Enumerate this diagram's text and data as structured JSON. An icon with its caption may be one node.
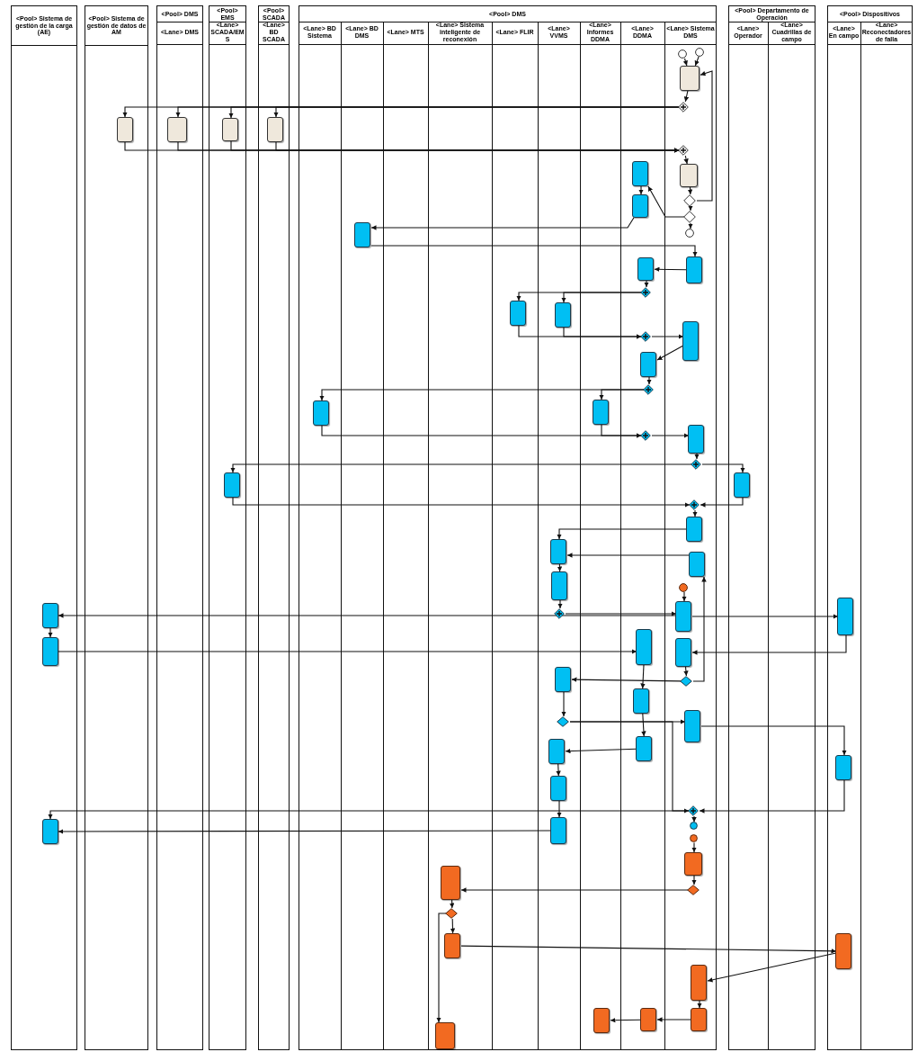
{
  "diagram": {
    "nodes": [
      {
        "text": [
          "<Pool> Sistema de gestión de la carga (AE)"
        ]
      },
      {
        "text": [
          "<Pool> Sistema de gestión de datos de AM"
        ]
      },
      {
        "text": [
          "<Pool> DMS"
        ]
      },
      {
        "text": [
          "<Lane> DMS"
        ],
        "in": 2
      },
      {
        "text": [
          "<Pool> EMS"
        ]
      },
      {
        "text": [
          "<Lane> SCADA/EMS"
        ],
        "in": 4
      },
      {
        "text": [
          "<Pool> SCADA"
        ]
      },
      {
        "text": [
          "<Lane> BD SCADA"
        ],
        "in": 6
      },
      {
        "text": [
          "<Pool> DMS"
        ]
      },
      {
        "text": [
          "<Lane> BD Sistema"
        ],
        "in": 8
      },
      {
        "text": [
          "<Lane> BD DMS"
        ],
        "in": 8
      },
      {
        "text": [
          "<Lane> MTS"
        ],
        "in": 8
      },
      {
        "text": [
          "<Lane> Sistema inteligente de reconexión"
        ],
        "in": 8
      },
      {
        "text": [
          "<Lane> FLIR"
        ],
        "in": 8
      },
      {
        "text": [
          "<Lane> VVMS"
        ],
        "in": 8
      },
      {
        "text": [
          "<Lane> Informes DDMA"
        ],
        "in": 8
      },
      {
        "text": [
          "<Lane> DDMA"
        ],
        "in": 8
      },
      {
        "text": [
          "<Lane> Sistema DMS"
        ],
        "in": 8
      },
      {
        "text": [
          "<Pool> Departamento de Operación"
        ]
      },
      {
        "text": [
          "<Lane> Operador"
        ],
        "in": 18
      },
      {
        "text": [
          "<Lane> Cuadrillas de campo"
        ],
        "in": 18
      },
      {
        "text": [
          "<Pool> Dispositivos"
        ]
      },
      {
        "text": [
          "<Lane> En campo"
        ],
        "in": 21
      },
      {
        "text": [
          "<Lane> Reconectadores de falla"
        ],
        "in": 21
      },
      {
        "text": [],
        "shape": "circle",
        "in": 17
      },
      {
        "text": [],
        "shape": "circle",
        "in": 17
      },
      {
        "text": [],
        "shape": "box",
        "in": 17
      },
      {
        "text": [],
        "shape": "diamond",
        "in": 17
      },
      {
        "text": [],
        "shape": "box",
        "in": 1
      },
      {
        "text": [],
        "shape": "box",
        "in": 3
      },
      {
        "text": [],
        "shape": "box",
        "in": 5
      },
      {
        "text": [],
        "shape": "box",
        "in": 7
      },
      {
        "text": [],
        "shape": "diamond",
        "in": 17
      },
      {
        "text": [],
        "shape": "box",
        "in": 17
      },
      {
        "text": [],
        "shape": "diamond",
        "in": 17
      },
      {
        "text": [],
        "shape": "diamond",
        "in": 17
      },
      {
        "text": [],
        "shape": "circle",
        "in": 17
      },
      {
        "text": [],
        "shape": "box",
        "in": 16
      },
      {
        "text": [],
        "shape": "box",
        "in": 16
      },
      {
        "text": [],
        "shape": "box",
        "in": 10
      },
      {
        "text": [],
        "shape": "box",
        "in": 17
      },
      {
        "text": [],
        "shape": "box",
        "in": 16
      },
      {
        "text": [],
        "shape": "diamond",
        "in": 16
      },
      {
        "text": [],
        "shape": "box",
        "in": 13
      },
      {
        "text": [],
        "shape": "box",
        "in": 14
      },
      {
        "text": [],
        "shape": "diamond",
        "in": 16
      },
      {
        "text": [],
        "shape": "box",
        "in": 17
      },
      {
        "text": [],
        "shape": "box",
        "in": 16
      },
      {
        "text": [],
        "shape": "diamond",
        "in": 16
      },
      {
        "text": [],
        "shape": "box",
        "in": 9
      },
      {
        "text": [],
        "shape": "box",
        "in": 15
      },
      {
        "text": [],
        "shape": "diamond",
        "in": 16
      },
      {
        "text": [],
        "shape": "box",
        "in": 17
      },
      {
        "text": [],
        "shape": "diamond",
        "in": 17
      },
      {
        "text": [],
        "shape": "box",
        "in": 5
      },
      {
        "text": [],
        "shape": "box",
        "in": 19
      },
      {
        "text": [],
        "shape": "diamond",
        "in": 17
      },
      {
        "text": [],
        "shape": "box",
        "in": 17
      },
      {
        "text": [],
        "shape": "box",
        "in": 14
      },
      {
        "text": [],
        "shape": "box",
        "in": 17
      },
      {
        "text": [],
        "shape": "box",
        "in": 14
      },
      {
        "text": [],
        "shape": "diamond",
        "in": 14
      },
      {
        "text": [],
        "shape": "circle",
        "in": 17
      },
      {
        "text": [],
        "shape": "box",
        "in": 17
      },
      {
        "text": [],
        "shape": "box",
        "in": 22
      },
      {
        "text": [],
        "shape": "box",
        "in": 0
      },
      {
        "text": [],
        "shape": "box",
        "in": 0
      },
      {
        "text": [],
        "shape": "box",
        "in": 16
      },
      {
        "text": [],
        "shape": "box",
        "in": 17
      },
      {
        "text": [],
        "shape": "diamond",
        "in": 17
      },
      {
        "text": [],
        "shape": "box",
        "in": 14
      },
      {
        "text": [],
        "shape": "box",
        "in": 16
      },
      {
        "text": [],
        "shape": "diamond",
        "in": 14
      },
      {
        "text": [],
        "shape": "box",
        "in": 17
      },
      {
        "text": [],
        "shape": "box",
        "in": 14
      },
      {
        "text": [],
        "shape": "box",
        "in": 16
      },
      {
        "text": [],
        "shape": "box",
        "in": 22
      },
      {
        "text": [],
        "shape": "box",
        "in": 14
      },
      {
        "text": [],
        "shape": "diamond",
        "in": 17
      },
      {
        "text": [],
        "shape": "circle",
        "in": 17
      },
      {
        "text": [],
        "shape": "box",
        "in": 14
      },
      {
        "text": [],
        "shape": "box",
        "in": 0
      },
      {
        "text": [],
        "shape": "circle",
        "in": 17
      },
      {
        "text": [],
        "shape": "box",
        "in": 17
      },
      {
        "text": [],
        "shape": "diamond",
        "in": 17
      },
      {
        "text": [],
        "shape": "box",
        "in": 12
      },
      {
        "text": [],
        "shape": "diamond",
        "in": 12
      },
      {
        "text": [],
        "shape": "box",
        "in": 12
      },
      {
        "text": [],
        "shape": "box",
        "in": 22
      },
      {
        "text": [],
        "shape": "box",
        "in": 17
      },
      {
        "text": [],
        "shape": "box",
        "in": 17
      },
      {
        "text": [],
        "shape": "box",
        "in": 16
      },
      {
        "text": [],
        "shape": "box",
        "in": 15
      },
      {
        "text": [],
        "shape": "box",
        "in": 12
      }
    ],
    "edges": [
      {
        "from": 24,
        "to": 26,
        "arrow": "to"
      },
      {
        "from": 25,
        "to": 26,
        "arrow": "to"
      },
      {
        "from": 26,
        "to": 27,
        "arrow": "to"
      },
      {
        "from": 27,
        "to": 28,
        "arrow": "to"
      },
      {
        "from": 27,
        "to": 29,
        "arrow": "to"
      },
      {
        "from": 27,
        "to": 30,
        "arrow": "to"
      },
      {
        "from": 27,
        "to": 31,
        "arrow": "to"
      },
      {
        "from": 28,
        "to": 32,
        "arrow": "to"
      },
      {
        "from": 29,
        "to": 32,
        "arrow": "to"
      },
      {
        "from": 30,
        "to": 32,
        "arrow": "to"
      },
      {
        "from": 31,
        "to": 32,
        "arrow": "to"
      },
      {
        "from": 32,
        "to": 33,
        "arrow": "to"
      },
      {
        "from": 33,
        "to": 34,
        "arrow": "to"
      },
      {
        "from": 34,
        "to": 26,
        "arrow": "to"
      },
      {
        "from": 34,
        "to": 35,
        "arrow": "to"
      },
      {
        "from": 35,
        "to": 36,
        "arrow": "to"
      },
      {
        "from": 35,
        "to": 37,
        "arrow": "to"
      },
      {
        "from": 37,
        "to": 38,
        "arrow": "to"
      },
      {
        "from": 38,
        "to": 39,
        "arrow": "to"
      },
      {
        "from": 39,
        "to": 40,
        "arrow": "to"
      },
      {
        "from": 40,
        "to": 41,
        "arrow": "to"
      },
      {
        "from": 41,
        "to": 42,
        "arrow": "to"
      },
      {
        "from": 42,
        "to": 43,
        "arrow": "to"
      },
      {
        "from": 42,
        "to": 44,
        "arrow": "to"
      },
      {
        "from": 43,
        "to": 45,
        "arrow": "to"
      },
      {
        "from": 44,
        "to": 45,
        "arrow": "to"
      },
      {
        "from": 45,
        "to": 46,
        "arrow": "to"
      },
      {
        "from": 46,
        "to": 47,
        "arrow": "to"
      },
      {
        "from": 47,
        "to": 48,
        "arrow": "to"
      },
      {
        "from": 48,
        "to": 49,
        "arrow": "to"
      },
      {
        "from": 48,
        "to": 50,
        "arrow": "to"
      },
      {
        "from": 49,
        "to": 51,
        "arrow": "to"
      },
      {
        "from": 50,
        "to": 51,
        "arrow": "to"
      },
      {
        "from": 51,
        "to": 52,
        "arrow": "to"
      },
      {
        "from": 52,
        "to": 53,
        "arrow": "to"
      },
      {
        "from": 53,
        "to": 54,
        "arrow": "to"
      },
      {
        "from": 53,
        "to": 55,
        "arrow": "to"
      },
      {
        "from": 54,
        "to": 56,
        "arrow": "to"
      },
      {
        "from": 55,
        "to": 56,
        "arrow": "to"
      },
      {
        "from": 56,
        "to": 57,
        "arrow": "to"
      },
      {
        "from": 57,
        "to": 58,
        "arrow": "to"
      },
      {
        "from": 59,
        "to": 58,
        "arrow": "to"
      },
      {
        "from": 58,
        "to": 60,
        "arrow": "to"
      },
      {
        "from": 60,
        "to": 61,
        "arrow": "to"
      },
      {
        "from": 61,
        "to": 63,
        "arrow": "to"
      },
      {
        "from": 62,
        "to": 63,
        "arrow": "to"
      },
      {
        "from": 63,
        "to": 65,
        "arrow": "to"
      },
      {
        "from": 63,
        "to": 64,
        "arrow": "to"
      },
      {
        "from": 65,
        "to": 66,
        "arrow": "to"
      },
      {
        "from": 66,
        "to": 67,
        "arrow": "to"
      },
      {
        "from": 64,
        "to": 68,
        "arrow": "to"
      },
      {
        "from": 68,
        "to": 69,
        "arrow": "to"
      },
      {
        "from": 69,
        "to": 70,
        "arrow": "to"
      },
      {
        "from": 69,
        "to": 59,
        "arrow": "to"
      },
      {
        "from": 67,
        "to": 71,
        "arrow": "to"
      },
      {
        "from": 70,
        "to": 72,
        "arrow": "to"
      },
      {
        "from": 72,
        "to": 73,
        "arrow": "to"
      },
      {
        "from": 71,
        "to": 75,
        "arrow": "to"
      },
      {
        "from": 75,
        "to": 74,
        "arrow": "to"
      },
      {
        "from": 73,
        "to": 76,
        "arrow": "to"
      },
      {
        "from": 74,
        "to": 77,
        "arrow": "to"
      },
      {
        "from": 77,
        "to": 80,
        "arrow": "to"
      },
      {
        "from": 76,
        "to": 78,
        "arrow": "to"
      },
      {
        "from": 72,
        "to": 78,
        "arrow": "to"
      },
      {
        "from": 78,
        "to": 79,
        "arrow": "to"
      },
      {
        "from": 78,
        "to": 81,
        "arrow": "to"
      },
      {
        "from": 80,
        "to": 81,
        "arrow": "to"
      },
      {
        "from": 82,
        "to": 83,
        "arrow": "to"
      },
      {
        "from": 83,
        "to": 84,
        "arrow": "to"
      },
      {
        "from": 84,
        "to": 85,
        "arrow": "to"
      },
      {
        "from": 85,
        "to": 86,
        "arrow": "to"
      },
      {
        "from": 86,
        "to": 87,
        "arrow": "to"
      },
      {
        "from": 86,
        "to": 93,
        "arrow": "to"
      },
      {
        "from": 87,
        "to": 88,
        "arrow": "to"
      },
      {
        "from": 88,
        "to": 89,
        "arrow": "to"
      },
      {
        "from": 89,
        "to": 90,
        "arrow": "to"
      },
      {
        "from": 90,
        "to": 91,
        "arrow": "to"
      },
      {
        "from": 91,
        "to": 92,
        "arrow": "to"
      }
    ]
  }
}
